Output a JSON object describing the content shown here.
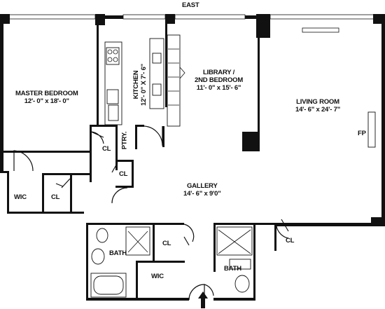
{
  "compass": {
    "label": "EAST"
  },
  "rooms": {
    "master_bedroom": {
      "name": "MASTER BEDROOM",
      "dims": "12'- 0\" x 18'- 0\""
    },
    "kitchen": {
      "name": "KITCHEN",
      "dims": "12'- 0\" X 7'- 6\""
    },
    "library": {
      "name": "LIBRARY /",
      "name2": "2ND BEDROOM",
      "dims": "11'- 0\" x 15'- 6\""
    },
    "living_room": {
      "name": "LIVING ROOM",
      "dims": "14'- 6\" x 24'- 7\""
    },
    "gallery": {
      "name": "GALLERY",
      "dims": "14'- 6\" x 9'0\""
    },
    "fireplace": {
      "label": "FP"
    },
    "pantry": {
      "label": "PTRY."
    },
    "closet_pantry_left": {
      "label": "CL"
    },
    "closet_small": {
      "label": "CL"
    },
    "closet_master": {
      "label": "CL"
    },
    "wic_master": {
      "label": "WIC"
    },
    "bath_left": {
      "label": "BATH"
    },
    "closet_bath": {
      "label": "CL"
    },
    "wic_entry": {
      "label": "WIC"
    },
    "bath_right": {
      "label": "BATH"
    },
    "closet_living": {
      "label": "CL"
    }
  }
}
